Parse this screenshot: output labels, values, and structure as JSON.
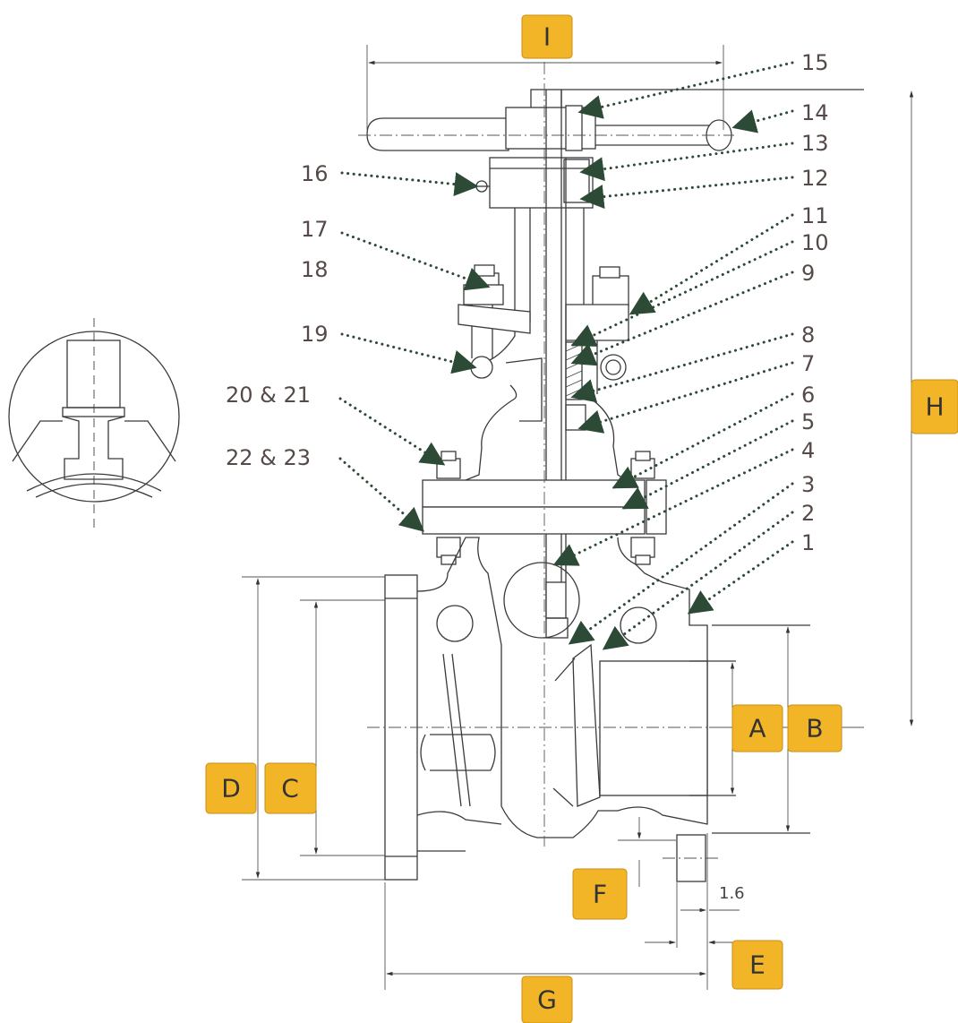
{
  "part_numbers": [
    "1",
    "2",
    "3",
    "4",
    "5",
    "6",
    "7",
    "8",
    "9",
    "10",
    "11",
    "12",
    "13",
    "14",
    "15",
    "16",
    "17",
    "18",
    "19",
    "20 & 21",
    "22 & 23"
  ],
  "dimension_labels": [
    "A",
    "B",
    "C",
    "D",
    "E",
    "F",
    "G",
    "H",
    "I"
  ],
  "dimension_note": "1.6",
  "colors": {
    "tag_fill": "#f2b527",
    "leader_dots": "#2c4a35",
    "number_text": "#554a48"
  }
}
